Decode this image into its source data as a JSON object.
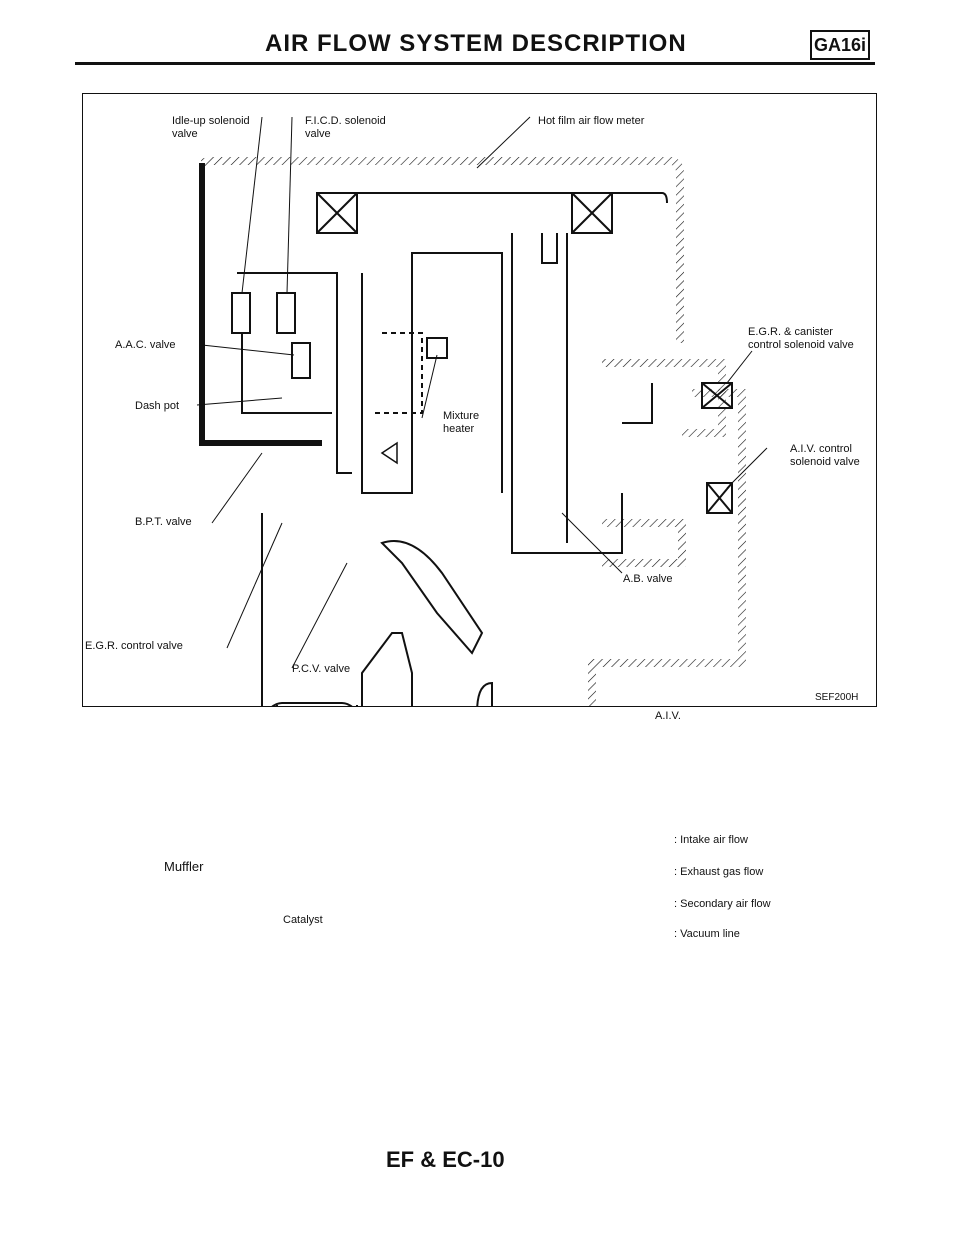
{
  "header": {
    "title": "AIR FLOW SYSTEM DESCRIPTION",
    "engine_code": "GA16i"
  },
  "labels": {
    "idle_up": "Idle-up solenoid\nvalve",
    "fic": "F.I.C.D. solenoid\nvalve",
    "hot_film": "Hot film air flow meter",
    "egr_canister": "E.G.R. & canister\ncontrol solenoid valve",
    "aac": "A.A.C. valve",
    "dash_pot": "Dash pot",
    "mixture_heater": "Mixture\nheater",
    "aiv_control": "A.I.V. control\nsolenoid valve",
    "bpt": "B.P.T. valve",
    "ab_valve": "A.B. valve",
    "egr_control": "E.G.R. control valve",
    "pcv": "P.C.V. valve",
    "aiv": "A.I.V.",
    "muffler": "Muffler",
    "catalyst": "Catalyst"
  },
  "legend": [
    {
      "key": "intake",
      "text": ": Intake air flow"
    },
    {
      "key": "exhaust",
      "text": ": Exhaust gas flow"
    },
    {
      "key": "secondary",
      "text": ": Secondary air flow"
    },
    {
      "key": "vacuum",
      "text": ": Vacuum line"
    }
  ],
  "figure_code": "SEF200H",
  "footer": {
    "page_number": "EF & EC-10"
  }
}
